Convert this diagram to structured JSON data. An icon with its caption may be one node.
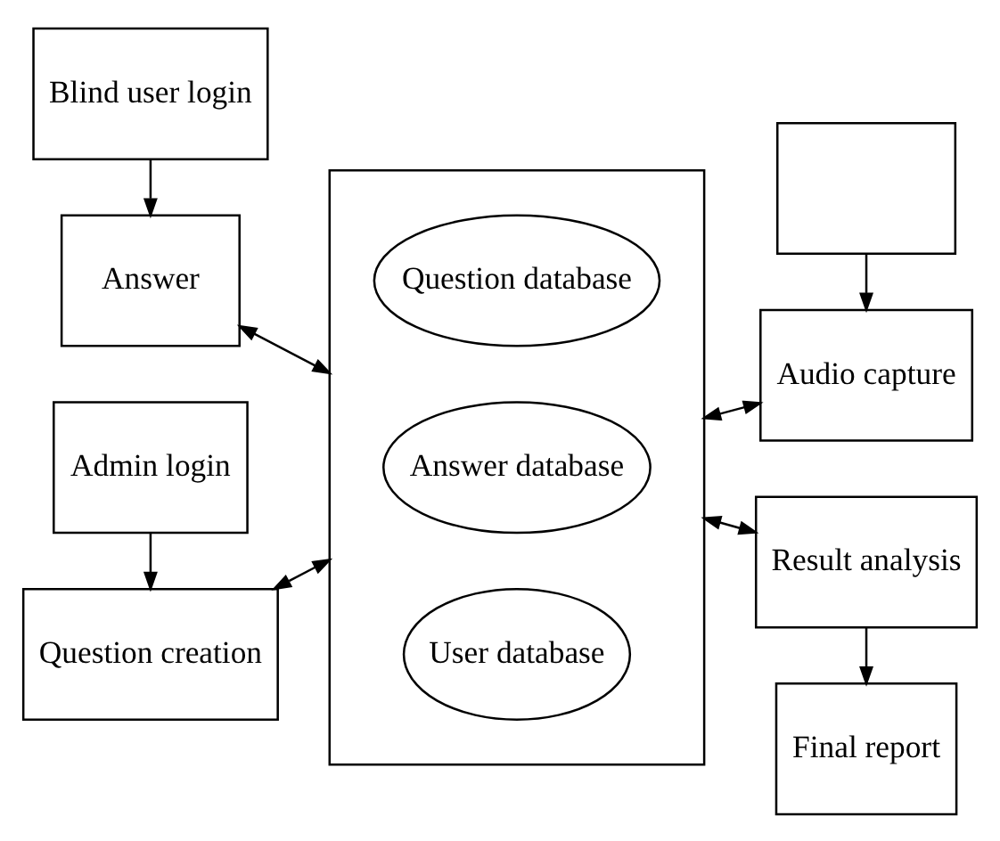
{
  "diagram": {
    "nodes": [
      {
        "text": [
          "Blind user login"
        ]
      },
      {
        "text": [
          "Answer"
        ]
      },
      {
        "text": [
          "Question creation"
        ]
      },
      {
        "text": [
          "Admin login"
        ]
      },
      {
        "text": [],
        "shape": "box"
      },
      {
        "text": [
          "Question database"
        ],
        "in": 4
      },
      {
        "text": [
          "Answer database"
        ],
        "in": 4
      },
      {
        "text": [
          "User database"
        ],
        "in": 4
      },
      {
        "text": [],
        "shape": "box"
      },
      {
        "text": [
          "Audio capture"
        ]
      },
      {
        "text": [
          "Result analysis"
        ]
      },
      {
        "text": [
          "Final report"
        ]
      }
    ],
    "edges": [
      {
        "from": 0,
        "to": 1,
        "arrow": "to"
      },
      {
        "from": 1,
        "to": 4,
        "arrow": "both"
      },
      {
        "from": 3,
        "to": 2,
        "arrow": "to"
      },
      {
        "from": 2,
        "to": 4,
        "arrow": "both"
      },
      {
        "from": 8,
        "to": 9,
        "arrow": "to"
      },
      {
        "from": 4,
        "to": 9,
        "arrow": "both"
      },
      {
        "from": 4,
        "to": 10,
        "arrow": "both"
      },
      {
        "from": 10,
        "to": 11,
        "arrow": "to"
      }
    ]
  }
}
